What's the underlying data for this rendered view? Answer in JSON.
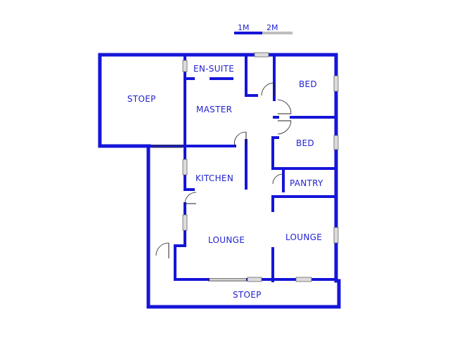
{
  "scale": {
    "label_1": "1M",
    "label_2": "2M"
  },
  "rooms": {
    "stoep_top": "STOEP",
    "en_suite": "EN-SUITE",
    "master": "MASTER",
    "bed_1": "BED",
    "bed_2": "BED",
    "kitchen": "KITCHEN",
    "pantry": "PANTRY",
    "lounge_main": "LOUNGE",
    "lounge_right": "LOUNGE",
    "stoep_bottom": "STOEP"
  },
  "colors": {
    "wall": "#1515d8",
    "label": "#1f1fd0",
    "window": "#dcdcdc"
  }
}
